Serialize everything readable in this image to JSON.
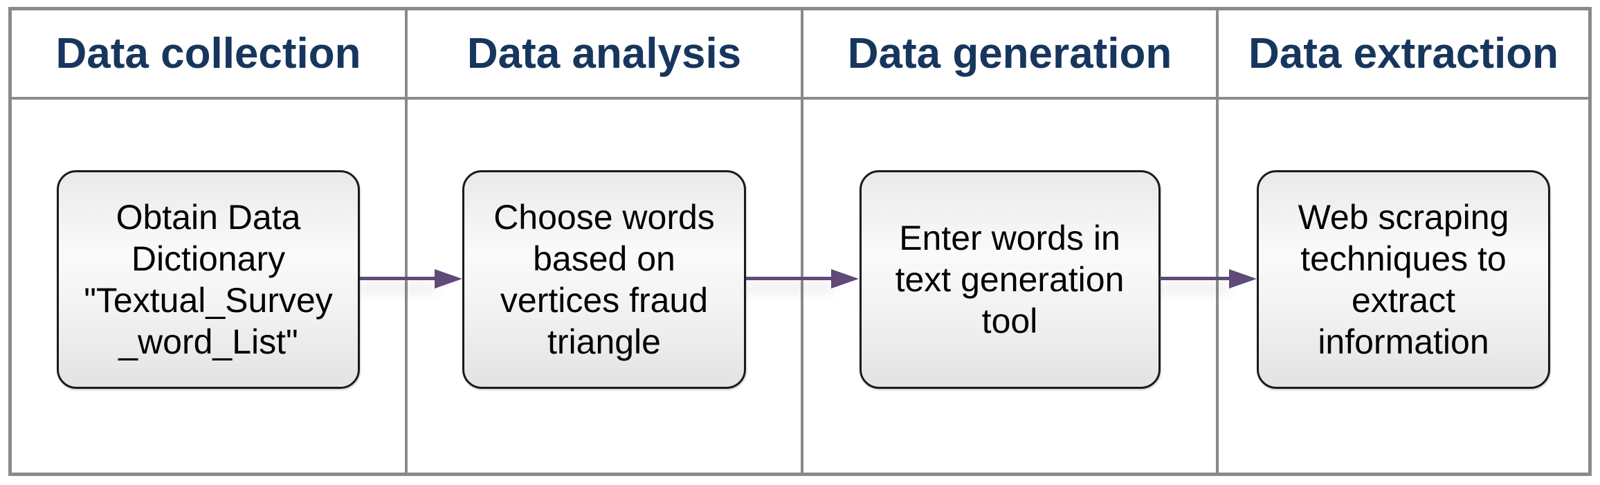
{
  "diagram": {
    "columns": [
      {
        "header": "Data collection",
        "box": "Obtain Data\nDictionary\n\"Textual_Survey\n_word_List\""
      },
      {
        "header": "Data analysis",
        "box": "Choose words\nbased on\nvertices fraud\ntriangle"
      },
      {
        "header": "Data generation",
        "box": "Enter words in\ntext generation\ntool"
      },
      {
        "header": "Data extraction",
        "box": "Web scraping\ntechniques to\nextract\ninformation"
      }
    ],
    "connectors": [
      "arrow-right",
      "arrow-right",
      "arrow-right"
    ],
    "colors": {
      "header_text": "#17365D",
      "box_text": "#000000",
      "box_border": "#1A1A1A",
      "arrow": "#5F4A78",
      "grid_border": "#8A8A8A",
      "box_fill_light": "#FAFAFA",
      "box_fill_dark": "#E3E3E3"
    }
  }
}
